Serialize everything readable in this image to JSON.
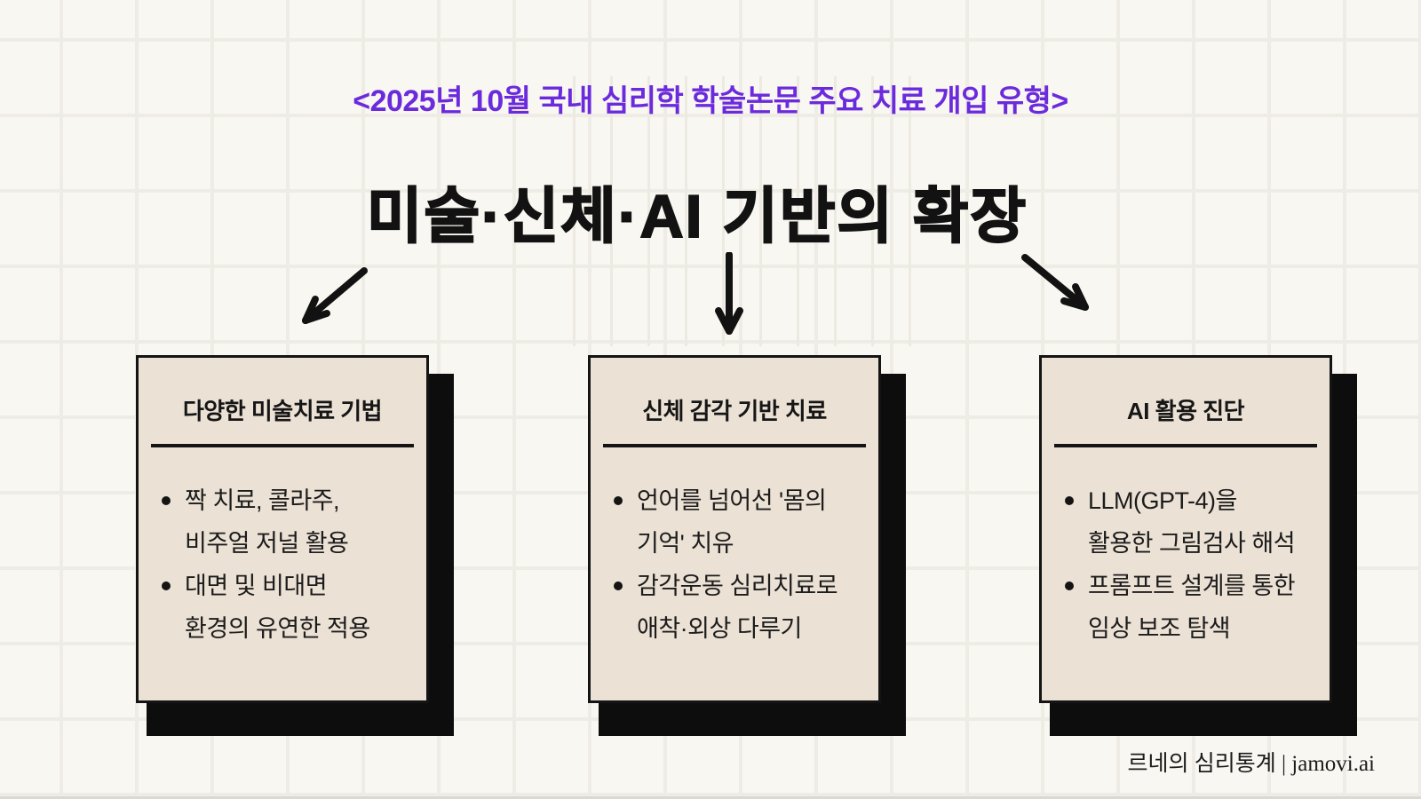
{
  "header": {
    "title": "<2025년 10월 국내 심리학 학술논문 주요 치료 개입 유형>",
    "heading": "미술·신체·AI 기반의 확장"
  },
  "cards": [
    {
      "title": "다양한 미술치료 기법",
      "bullets": [
        "짝 치료, 콜라주,\n비주얼 저널 활용",
        "대면 및 비대면\n환경의 유연한 적용"
      ]
    },
    {
      "title": "신체 감각 기반 치료",
      "bullets": [
        "언어를 넘어선 '몸의\n기억' 치유",
        "감각운동 심리치료로\n애착·외상 다루기"
      ]
    },
    {
      "title": "AI 활용 진단",
      "bullets": [
        "LLM(GPT-4)을\n활용한 그림검사 해석",
        "프롬프트 설계를 통한\n임상 보조 탐색"
      ]
    }
  ],
  "footer": {
    "credit": "르네의 심리통계 | jamovi.ai"
  },
  "colors": {
    "accent_purple": "#6B2BDD",
    "ink_black": "#141414",
    "card_beige": "#EBE1D5",
    "page_cream": "#F9F7F2",
    "grid_line": "#EFECE5",
    "shadow_black": "#0D0D0D"
  },
  "icons": {
    "arrow_left": "arrow-down-left-icon",
    "arrow_mid": "arrow-down-icon",
    "arrow_right": "arrow-down-right-icon",
    "bullet": "bullet-dot-icon"
  }
}
